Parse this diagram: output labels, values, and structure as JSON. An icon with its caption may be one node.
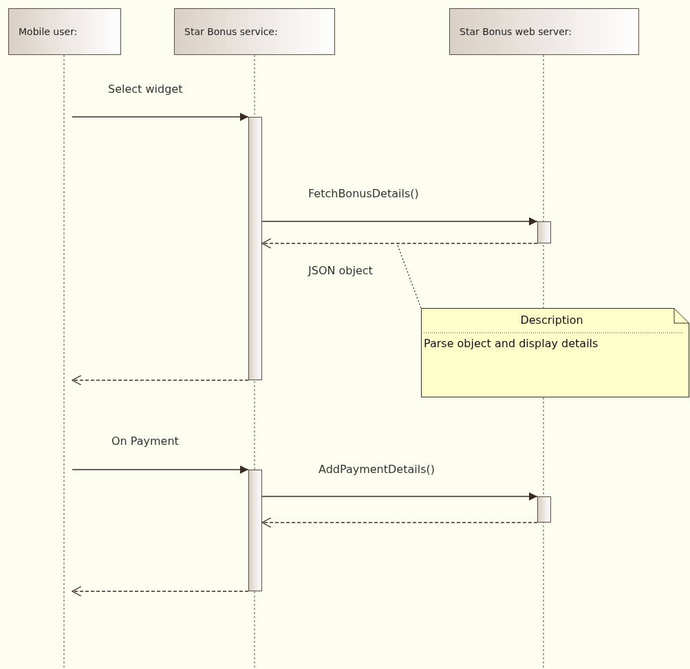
{
  "diagram": {
    "nodes": [
      {
        "text": [
          "Mobile user:"
        ]
      },
      {
        "text": [
          "Star Bonus service:"
        ]
      },
      {
        "text": [
          "Star Bonus web server:"
        ]
      },
      {
        "text": [],
        "shape": "bar"
      },
      {
        "text": [],
        "shape": "bar"
      },
      {
        "text": [],
        "shape": "bar"
      },
      {
        "text": [],
        "shape": "bar"
      },
      {
        "text": [
          "Description",
          "Parse object and display details"
        ]
      }
    ],
    "edges": [
      {
        "from": null,
        "to": 3,
        "arrow": "to",
        "label": "Select widget"
      },
      {
        "from": 3,
        "to": 4,
        "arrow": "to",
        "label": "FetchBonusDetails()"
      },
      {
        "from": 4,
        "to": 3,
        "arrow": "to",
        "style": "dashed",
        "label": "JSON object"
      },
      {
        "from": 3,
        "to": null,
        "arrow": "to",
        "style": "dashed"
      },
      {
        "from": null,
        "to": 5,
        "arrow": "to",
        "label": "On Payment"
      },
      {
        "from": 5,
        "to": 6,
        "arrow": "to",
        "label": "AddPaymentDetails()"
      },
      {
        "from": 6,
        "to": 5,
        "arrow": "to",
        "style": "dashed"
      },
      {
        "from": 5,
        "to": null,
        "arrow": "to",
        "style": "dashed"
      },
      {
        "from": 7,
        "to": null,
        "arrow": "none",
        "style": "dashed"
      }
    ]
  }
}
